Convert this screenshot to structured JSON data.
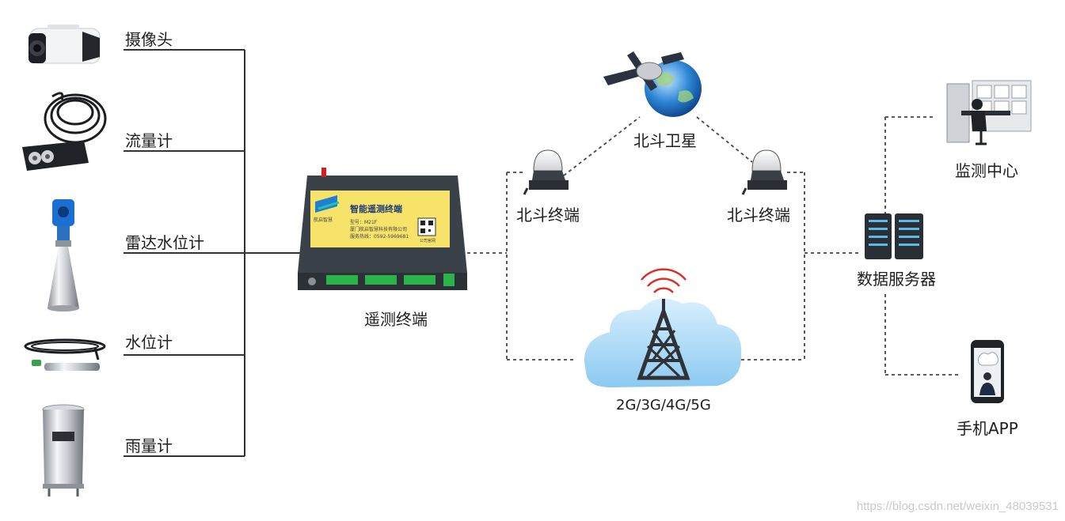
{
  "sensors": [
    {
      "id": "camera",
      "label": "摄像头"
    },
    {
      "id": "flowmeter",
      "label": "流量计"
    },
    {
      "id": "radar",
      "label": "雷达水位计"
    },
    {
      "id": "waterlevel",
      "label": "水位计"
    },
    {
      "id": "raingauge",
      "label": "雨量计"
    }
  ],
  "rtu": {
    "label": "遥测终端",
    "panel": {
      "title": "智能遥测终端",
      "brand": "航启智慧",
      "model": "型号：M21F",
      "company": "厦门航启智慧科技有限公司",
      "hotline": "服务热线：0592-5969681",
      "qr_caption": "公司官网"
    }
  },
  "satellite": {
    "label": "北斗卫星"
  },
  "beidou_terminals": [
    {
      "id": "left",
      "label": "北斗终端"
    },
    {
      "id": "right",
      "label": "北斗终端"
    }
  ],
  "cellular": {
    "label": "2G/3G/4G/5G"
  },
  "server": {
    "label": "数据服务器"
  },
  "monitoring_center": {
    "label": "监测中心"
  },
  "mobile_app": {
    "label": "手机APP"
  },
  "watermark": "https://blog.csdn.net/weixin_48039531",
  "colors": {
    "line": "#333333",
    "panel_yellow": "#f7e36a",
    "device_dark": "#3b4149",
    "terminal_green": "#2bb34a",
    "cloud": "#9fd3f1",
    "tower_dark": "#2f3338",
    "signal_red": "#d9302a",
    "globe_blue": "#1f6fc0",
    "server_dark": "#2a2f36",
    "server_light": "#59b9ea"
  }
}
